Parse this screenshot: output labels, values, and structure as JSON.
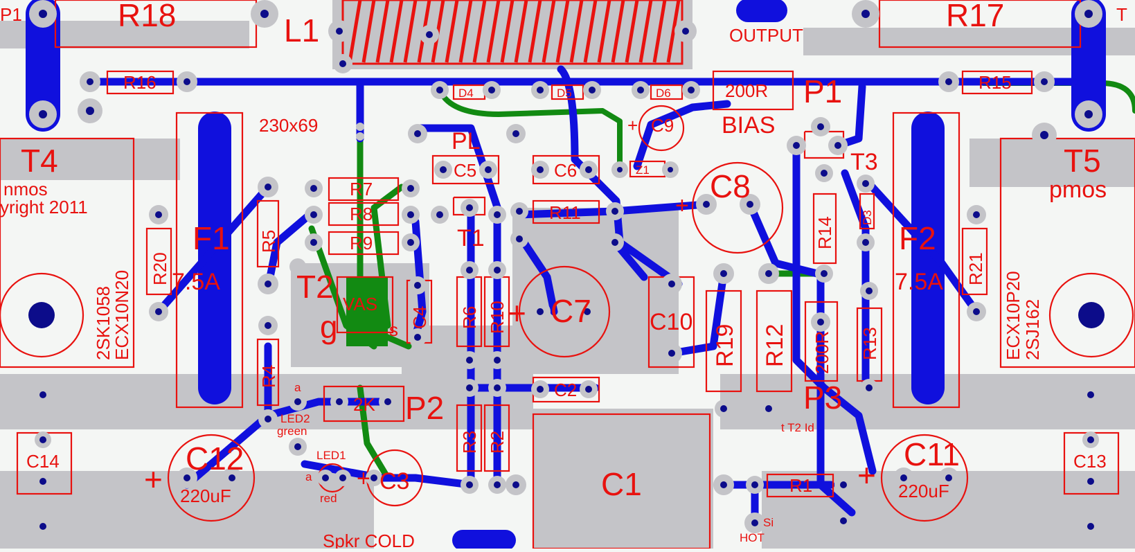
{
  "board": {
    "colors": {
      "background": "#f4f6f4",
      "copper_pour": "#c4c4c8",
      "top_trace": "#1010dd",
      "bottom_trace": "#128a12",
      "silkscreen": "#e8120f",
      "drill": "#0c0c8a"
    },
    "labels": {
      "r18": "R18",
      "r17": "R17",
      "l1": "L1",
      "output": "OUTPUT",
      "p1_left": "P1",
      "t_right": "T",
      "r16": "R16",
      "r15": "R15",
      "d4": "D4",
      "d5": "D5",
      "d6": "D6",
      "pot_200r_top": "200R",
      "p1": "P1",
      "bias": "BIAS",
      "c9": "C9",
      "plus_c9": "+",
      "board_size": "230x69",
      "pl": "PL",
      "c5": "C5",
      "c6": "C6",
      "z1": "Z1",
      "t4": "T4",
      "t5": "T5",
      "pmos": "pmos",
      "t3": "T3",
      "nmos_partial": "nmos",
      "copyright": "yright 2011",
      "r7": "R7",
      "r8": "R8",
      "r9": "R9",
      "r5": "R5",
      "r20": "R20",
      "f1": "F1",
      "fuse1": "7.5A",
      "f2": "F2",
      "fuse2": "7.5A",
      "c8": "C8",
      "plus_c8": "+",
      "r11": "R11",
      "t1": "T1",
      "r14": "R14",
      "d3": "D3",
      "r21": "R21",
      "t2": "T2",
      "vas": "VAS",
      "g": "g",
      "s": "s",
      "c4": "C4",
      "r6": "R6",
      "r10": "R10",
      "c7": "C7",
      "plus_c7": "+",
      "c10": "C10",
      "r19": "R19",
      "r12": "R12",
      "pot_200r_mid": "200R",
      "r13": "R13",
      "t4_part1": "2SK1058",
      "t4_part2": "ECX10N20",
      "t5_part1": "ECX10P20",
      "t5_part2": "2SJ162",
      "r4": "R4",
      "a_top": "a",
      "pot_2k": "2K",
      "p2": "P2",
      "c2": "C2",
      "p3": "P3",
      "led2": "LED2",
      "green": "green",
      "led1": "LED1",
      "red": "red",
      "a_bottom": "a",
      "c14": "C14",
      "c13": "C13",
      "c12": "C12",
      "c12_val": "220uF",
      "c11": "C11",
      "c11_val": "220uF",
      "c3": "C3",
      "plus_c3": "+",
      "r3": "R3",
      "r2": "R2",
      "c1": "C1",
      "r1": "R1",
      "plus_c12": "+",
      "plus_c11": "+",
      "spkr_cold": "Spkr COLD",
      "hot": "HOT",
      "si": "Si",
      "t2_id": "t T2 Id"
    }
  }
}
